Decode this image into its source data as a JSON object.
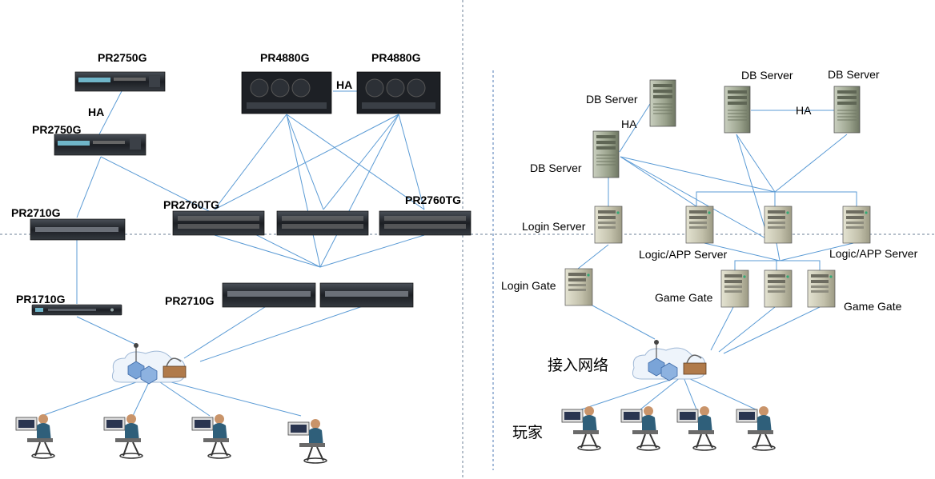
{
  "left_panel": {
    "labels": {
      "pr2750g_top": "PR2750G",
      "ha_vertical": "HA",
      "pr2750g_bottom": "PR2750G",
      "pr4880g_left": "PR4880G",
      "pr4880g_right": "PR4880G",
      "ha_horizontal": "HA",
      "pr2760tg_left": "PR2760TG",
      "pr2760tg_right": "PR2760TG",
      "pr2710g_left": "PR2710G",
      "pr1710g": "PR1710G",
      "pr2710g_center": "PR2710G"
    }
  },
  "right_panel": {
    "labels": {
      "db_server_1": "DB Server",
      "ha_1": "HA",
      "db_server_2": "DB Server",
      "db_server_3": "DB Server",
      "db_server_4": "DB Server",
      "ha_2": "HA",
      "login_server": "Login Server",
      "logic_app_server_1": "Logic/APP Server",
      "logic_app_server_2": "Logic/APP Server",
      "login_gate": "Login Gate",
      "game_gate_1": "Game Gate",
      "game_gate_2": "Game Gate",
      "access_network": "接入网络",
      "players": "玩家"
    }
  },
  "colors": {
    "link_line": "#5b9bd5",
    "divider": "#6b7f96",
    "rack_dark": "#2b2f35",
    "tower": "#c9c8b4"
  }
}
